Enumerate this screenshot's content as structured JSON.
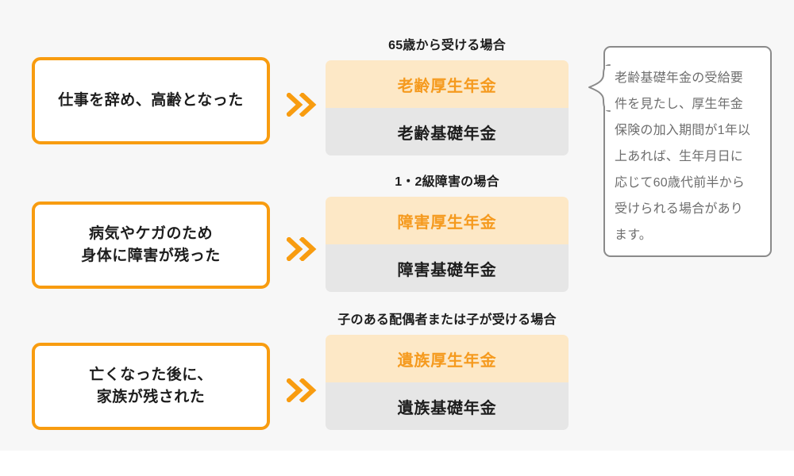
{
  "colors": {
    "page_background": "#f7f7f7",
    "accent_orange": "#f89c10",
    "card_top_background": "#fde8c6",
    "card_top_text": "#f59a1e",
    "card_bottom_background": "#e6e6e6",
    "card_bottom_text": "#1d1d1d",
    "callout_border": "#8a8a8a",
    "callout_text": "#6e6e6e"
  },
  "icons": {
    "arrow": "double-chevron-right-icon",
    "callout_tail": "speech-balloon-tail-icon"
  },
  "rows": [
    {
      "condition": "仕事を辞め、高齢となった",
      "header": "65歳から受ける場合",
      "cards": [
        {
          "label": "老齢厚生年金",
          "tier": "employees-pension"
        },
        {
          "label": "老齢基礎年金",
          "tier": "basic-pension"
        }
      ]
    },
    {
      "condition": "病気やケガのため\n身体に障害が残った",
      "header": "1・2級障害の場合",
      "cards": [
        {
          "label": "障害厚生年金",
          "tier": "employees-pension"
        },
        {
          "label": "障害基礎年金",
          "tier": "basic-pension"
        }
      ]
    },
    {
      "condition": "亡くなった後に、\n家族が残された",
      "header": "子のある配偶者または子が受ける場合",
      "cards": [
        {
          "label": "遺族厚生年金",
          "tier": "employees-pension"
        },
        {
          "label": "遺族基礎年金",
          "tier": "basic-pension"
        }
      ]
    }
  ],
  "callout": {
    "text": "老齢基礎年金の受給要件を見たし、厚生年金保険の加入期間が1年以上あれば、生年月日に応じて60歳代前半から受けられる場合があります。"
  }
}
